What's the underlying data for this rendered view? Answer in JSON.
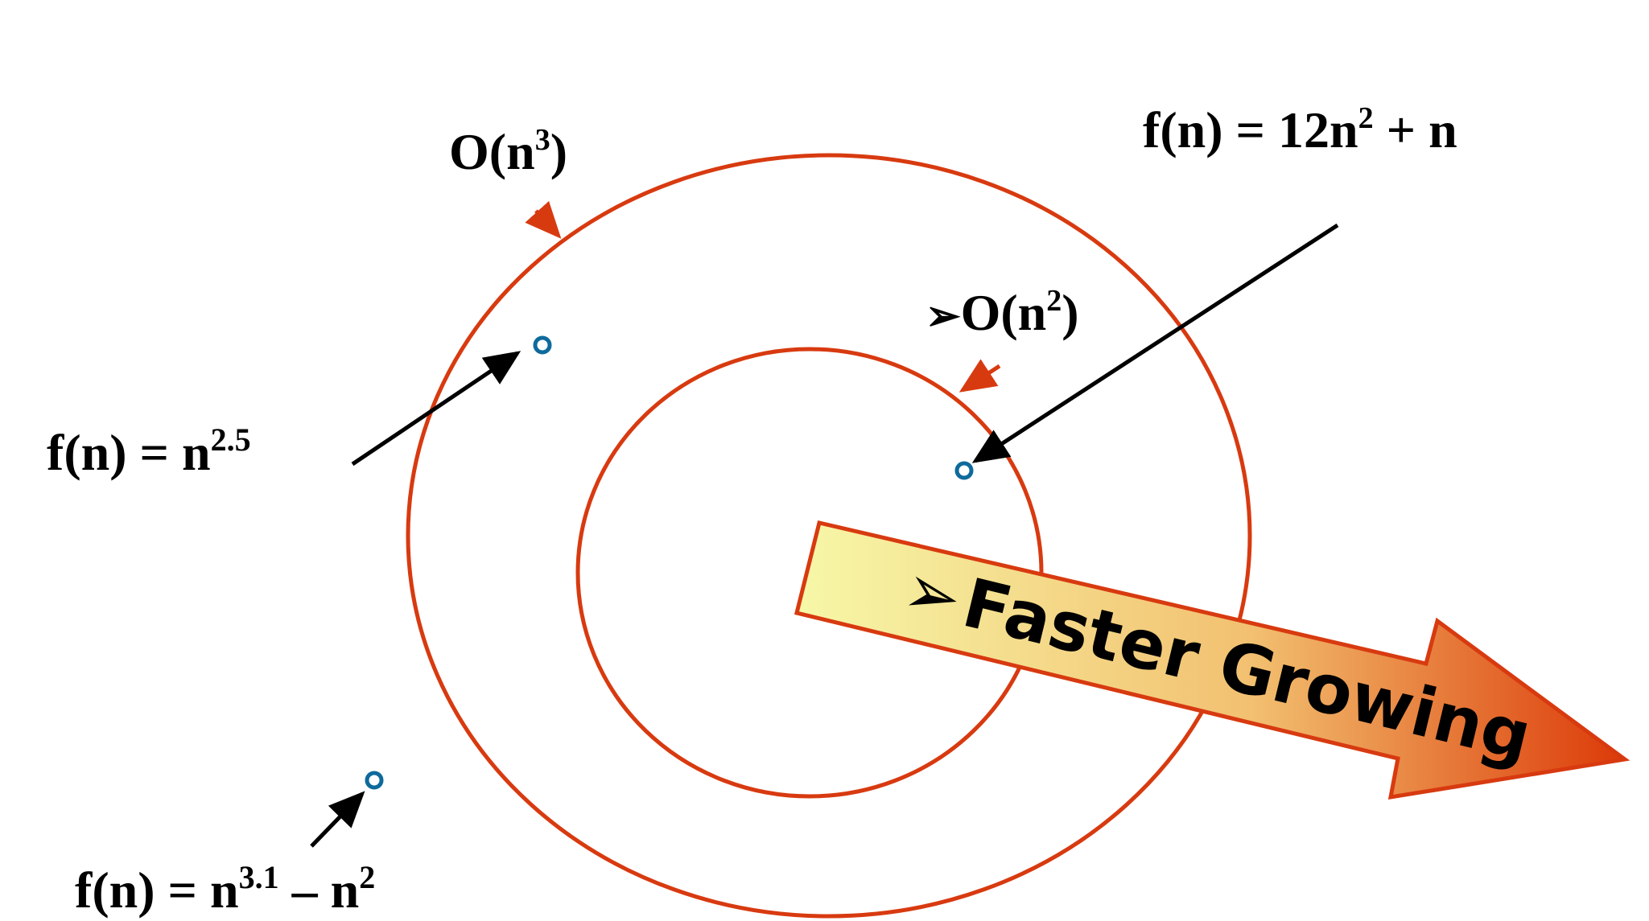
{
  "labels": {
    "o_n3": {
      "base": "O(n",
      "exp": "3",
      "close": ")"
    },
    "o_n2": {
      "bullet": "➢",
      "base": "O(n",
      "exp": "2",
      "close": ")"
    },
    "f_12n2": {
      "base": "f(n) = 12n",
      "exp": "2",
      "tail": " + n"
    },
    "f_n25": {
      "base": "f(n) = n",
      "exp": "2.5"
    },
    "f_n31": {
      "base": "f(n) = n",
      "exp": "3.1",
      "mid": " – n",
      "exp2": "2"
    }
  },
  "banner": {
    "bullet": "➢",
    "text": "Faster Growing"
  },
  "colors": {
    "set_outline": "#d83a10",
    "point": "#0e6a9c",
    "pointer": "#000000",
    "banner_start": "#f6f8a8",
    "banner_mid": "#f2c070",
    "banner_end": "#dc3a08",
    "banner_outline": "#d83a10"
  }
}
